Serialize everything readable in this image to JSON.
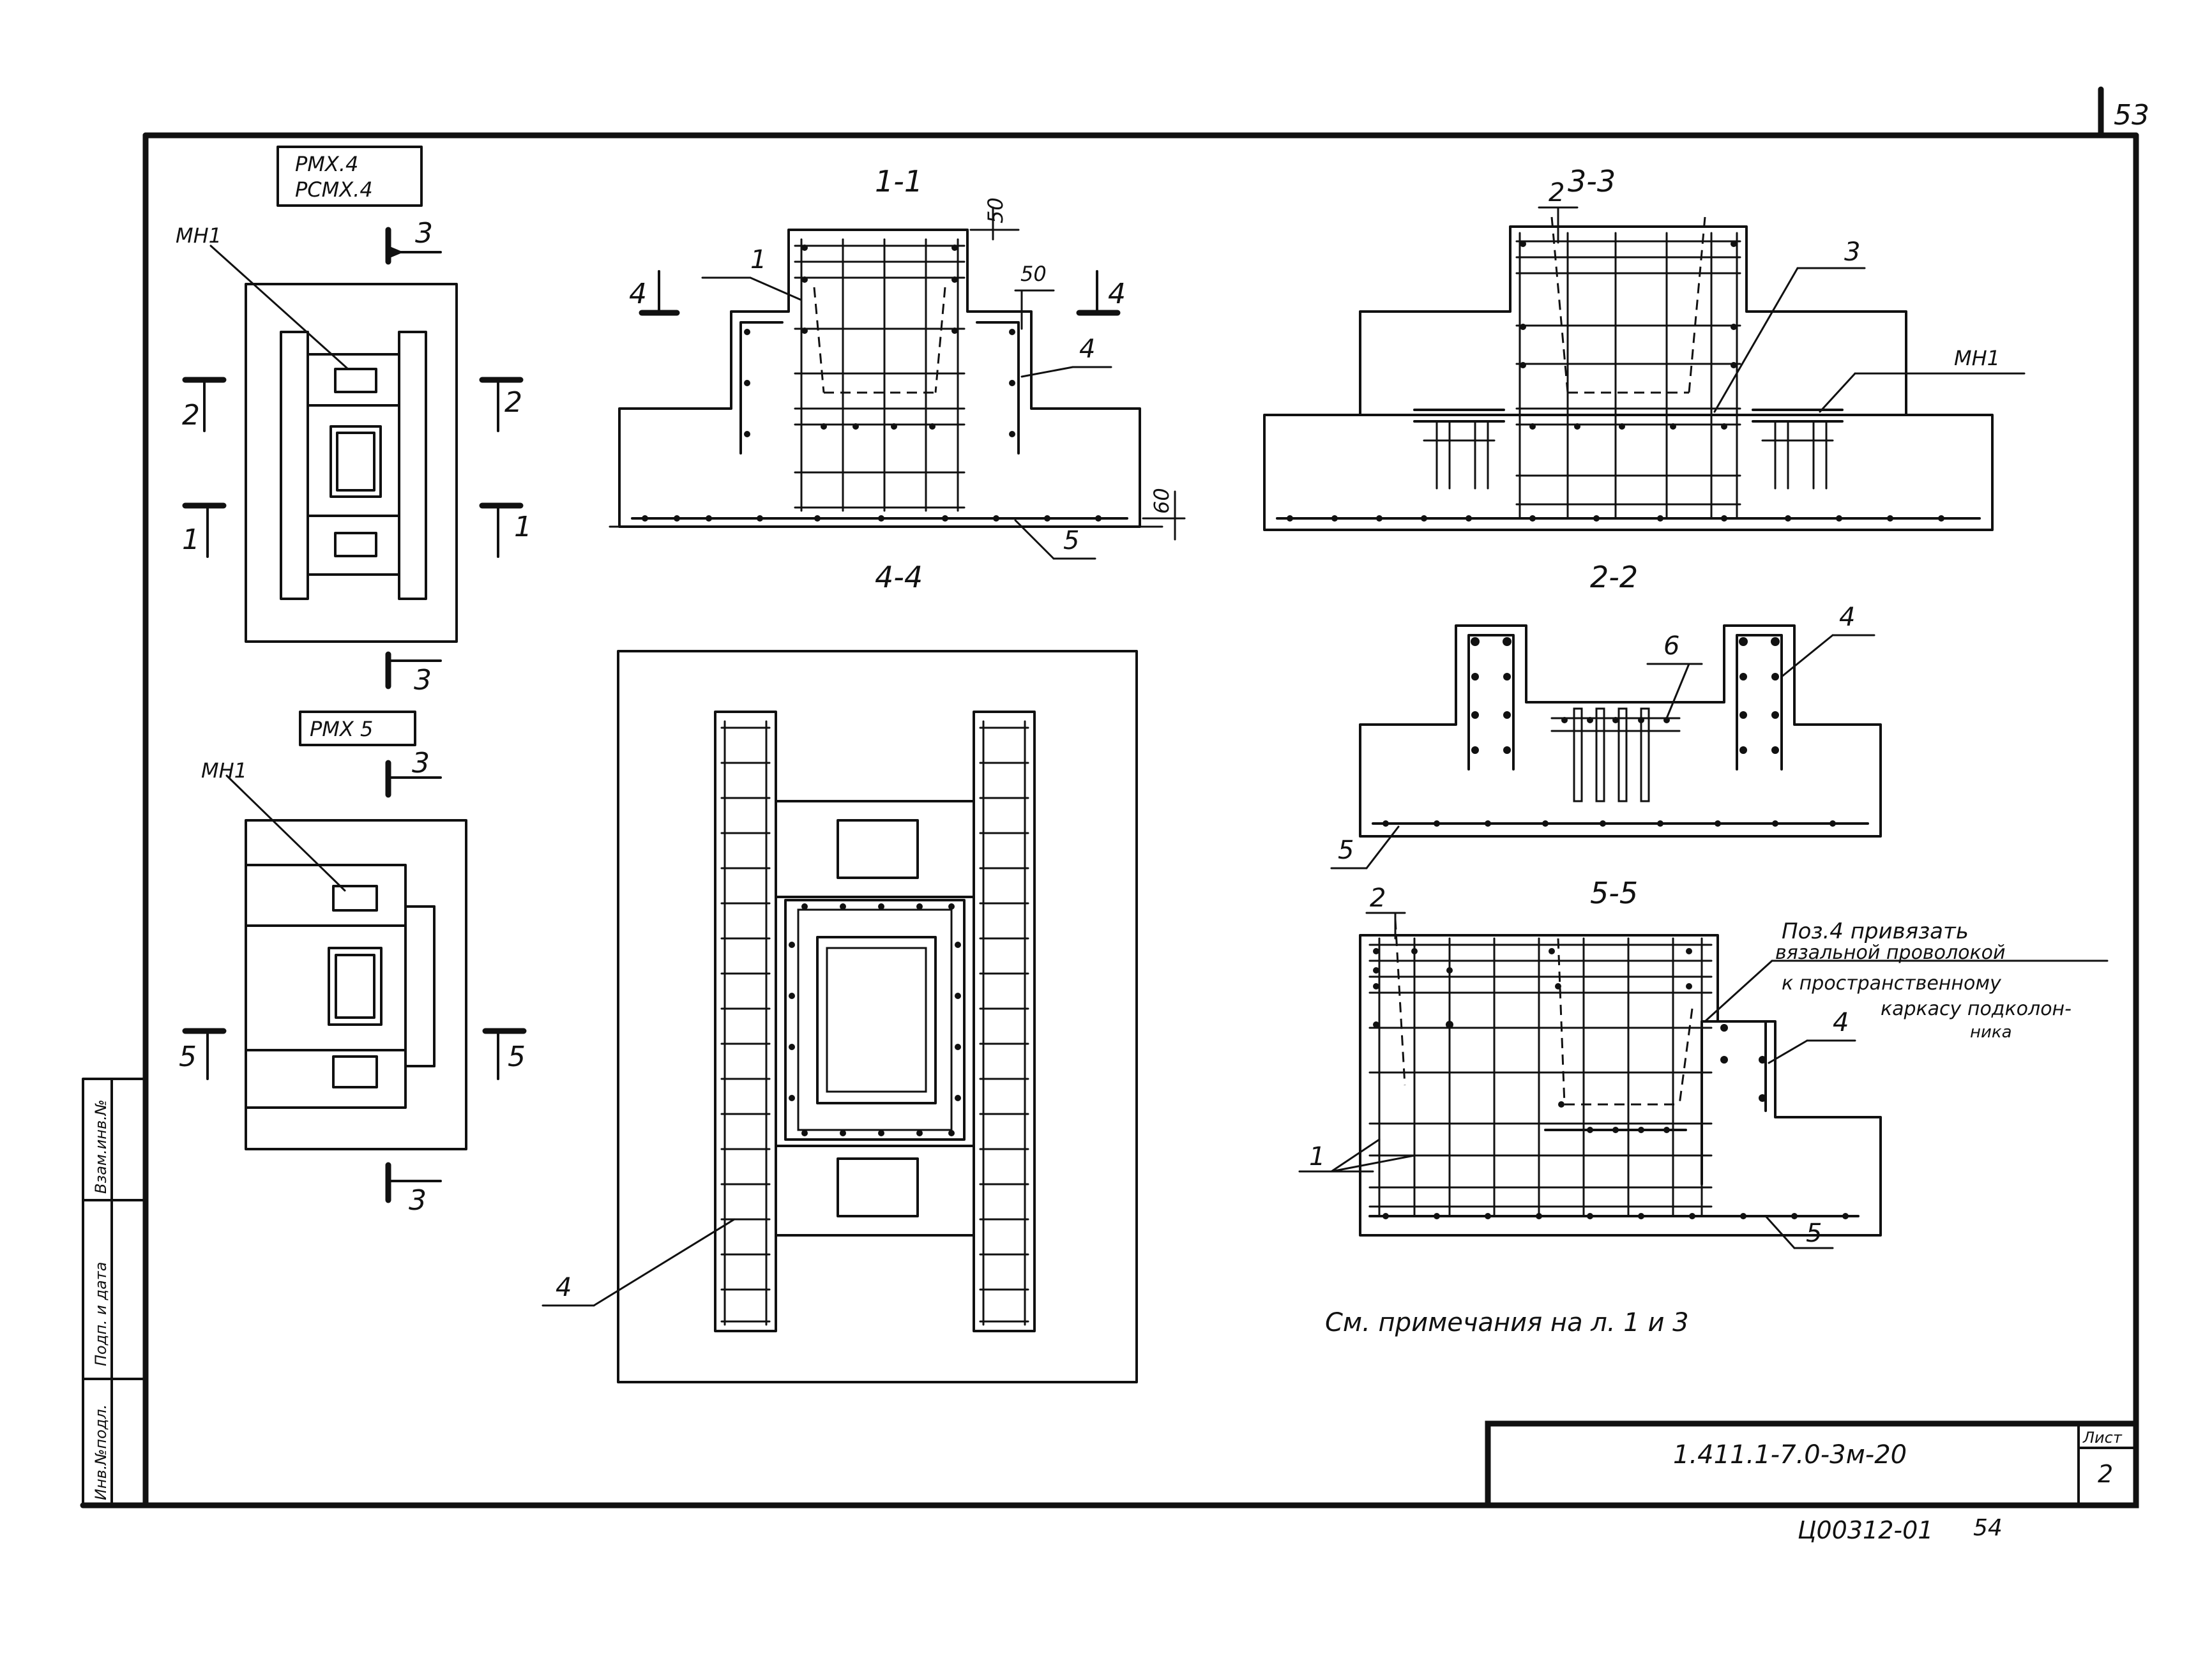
{
  "sheet_corner_number": "53",
  "plan_top": {
    "tag_line1": "РМХ.4",
    "tag_line2": "РСМХ.4",
    "insert_label": "МН1",
    "cut_3": "3",
    "cut_2": "2",
    "cut_1": "1"
  },
  "plan_bottom": {
    "tag": "РМХ 5",
    "insert_label": "МН1",
    "cut_3": "3",
    "cut_5": "5"
  },
  "section_1_1": {
    "title": "1-1",
    "dim_top": "50",
    "dim_side": "50",
    "dim_bottom": "60",
    "cut_4": "4",
    "pos_1": "1",
    "pos_4": "4",
    "pos_5": "5"
  },
  "section_3_3": {
    "title": "3-3",
    "pos_2": "2",
    "pos_3": "3",
    "insert_label": "МН1"
  },
  "section_4_4": {
    "title": "4-4",
    "pos_4": "4"
  },
  "section_2_2": {
    "title": "2-2",
    "pos_4": "4",
    "pos_6": "6",
    "pos_5": "5"
  },
  "section_5_5": {
    "title": "5-5",
    "pos_2": "2",
    "pos_1": "1",
    "pos_4": "4",
    "pos_5": "5",
    "note_line1": "Поз.4 привязать",
    "note_line2": "вязальной проволокой",
    "note_line3": "к пространственному",
    "note_line4": "каркасу подколон-",
    "note_line5": "ника"
  },
  "general_note": "См. примечания на л. 1 и 3",
  "side_stamp": [
    "Инв.№подл.",
    "Подп. и дата",
    "Взам.инв.№"
  ],
  "title_block": {
    "code": "1.411.1-7.0-3м-20",
    "sheet_label": "Лист",
    "sheet_number": "2"
  },
  "archive_number": "Ц00312-01",
  "archive_page": "54"
}
